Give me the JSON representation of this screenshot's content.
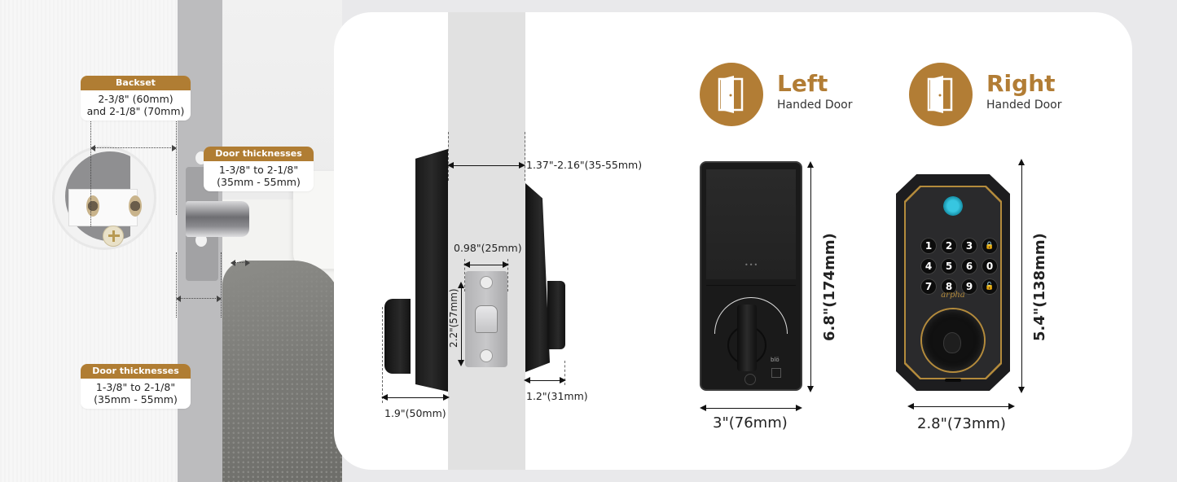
{
  "scene": {
    "backset": {
      "header": "Backset",
      "line1": "2-3/8\" (60mm)",
      "line2": "and 2-1/8\" (70mm)"
    },
    "door_thickness_top": {
      "header": "Door thicknesses",
      "line1": "1-3/8\" to 2-1/8\"",
      "line2": "(35mm - 55mm)"
    },
    "door_thickness_bottom": {
      "header": "Door thicknesses",
      "line1": "1-3/8\" to 2-1/8\"",
      "line2": "(35mm - 55mm)"
    }
  },
  "side_view": {
    "door_range": "1.37\"-2.16\"(35-55mm)",
    "strike_width": "0.98\"(25mm)",
    "strike_height": "2.2\"(57mm)",
    "inner_depth": "1.2\"(31mm)",
    "outer_depth": "1.9\"(50mm)"
  },
  "left_door": {
    "title": "Left",
    "subtitle": "Handed Door",
    "height": "6.8\"(174mm)",
    "width": "3\"(76mm)",
    "device_dots": "•••",
    "device_bt": "blö"
  },
  "right_door": {
    "title": "Right",
    "subtitle": "Handed Door",
    "height": "5.4\"(138mm)",
    "width": "2.8\"(73mm)",
    "brand": "arpha",
    "keypad": [
      "1",
      "2",
      "3",
      "🔒",
      "4",
      "5",
      "6",
      "0",
      "7",
      "8",
      "9",
      "🔓"
    ]
  },
  "colors": {
    "accent": "#b27d35",
    "card": "#ffffff",
    "background": "#e9e9eb",
    "lock_body": "#1a1a1a"
  }
}
